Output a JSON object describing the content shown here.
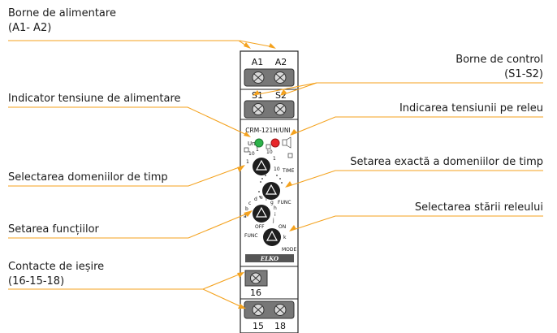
{
  "colors": {
    "callout_line": "#f4a21e",
    "led_green": "#2db24a",
    "led_red": "#e8262a",
    "terminal": "#707070",
    "knob": "#1e1e1e",
    "brand_bar": "#555555"
  },
  "callouts_left": [
    {
      "lines": [
        "Borne de alimentare",
        "(A1- A2)"
      ]
    },
    {
      "lines": [
        "Indicator tensiune de alimentare"
      ]
    },
    {
      "lines": [
        "Selectarea domeniilor de timp"
      ]
    },
    {
      "lines": [
        "Setarea funcțiilor"
      ]
    },
    {
      "lines": [
        "Contacte de ieșire",
        "(16-15-18)"
      ]
    }
  ],
  "callouts_right": [
    {
      "lines": [
        "Borne de control",
        "(S1-S2)"
      ]
    },
    {
      "lines": [
        "Indicarea tensiunii pe releu"
      ]
    },
    {
      "lines": [
        "Setarea exactă a domeniilor de timp"
      ]
    },
    {
      "lines": [
        "Selectarea stării releului"
      ]
    }
  ],
  "device": {
    "top_terminals": [
      "A1",
      "A2"
    ],
    "control_terminals": [
      "S1",
      "S2"
    ],
    "model": "CRM-121H/UNI",
    "led_supply_label": "Un",
    "time_range_marks": [
      "1",
      "10",
      "1",
      "10",
      "1",
      "10"
    ],
    "time_label": "TIME",
    "func_label": "FUNC",
    "func_marks": [
      "a",
      "b",
      "c",
      "d",
      "e",
      "f",
      "g",
      "h",
      "i",
      "j"
    ],
    "off_label": "OFF",
    "on_label": "ON",
    "mode_label": "MODE",
    "mode_marks": [
      "k"
    ],
    "brand": "ELKO",
    "output_terminal_top": "16",
    "output_terminals_bottom": [
      "15",
      "18"
    ]
  }
}
